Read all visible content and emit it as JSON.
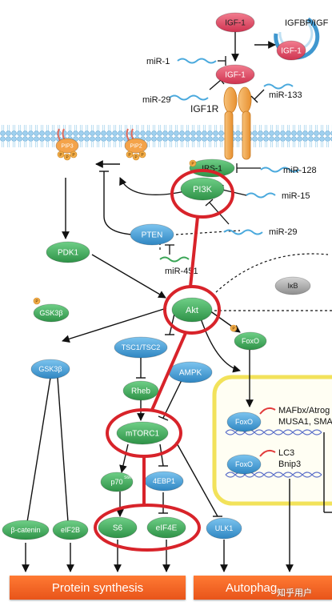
{
  "labels": {
    "igf1_top": "IGF-1",
    "igfbp": "IGFBP/IGF",
    "igf1_bound": "IGF-1",
    "igf1_receptor": "IGF-1",
    "igf1r": "IGF1R",
    "mir1": "miR-1",
    "mir29_a": "miR-29",
    "mir133": "miR-133",
    "mir128": "miR-128",
    "mir15": "miR-15",
    "mir29_b": "miR-29",
    "mir451": "miR-451",
    "pip3": "PIP3",
    "pip2": "PIP2",
    "irs1": "IRS-1",
    "pi3k": "PI3K",
    "pten": "PTEN",
    "pdk1": "PDK1",
    "ikb": "IκB",
    "akt": "Akt",
    "gsk3b_p": "GSK3β",
    "gsk3b": "GSK3β",
    "tsc": "TSC1/TSC2",
    "foxo_p": "FoxO",
    "rheb": "Rheb",
    "ampk": "AMPK",
    "mtorc1": "mTORC1",
    "p70": "p70",
    "p70_sup": "S6K",
    "ebp1": "4EBP1",
    "foxo_n1": "FoxO",
    "foxo_n2": "FoxO",
    "mafbx": "MAFbx/Atrog",
    "musa1": "MUSA1, SMA",
    "lc3": "LC3",
    "bnip3": "Bnip3",
    "bcatenin": "β-catenin",
    "eif2b": "eIF2B",
    "s6": "S6",
    "eif4e": "eIF4E",
    "ulk1": "ULK1",
    "phospho": "P"
  },
  "outputs": {
    "protein_synthesis": "Protein synthesis",
    "autophagy": "Autophag"
  },
  "watermark": "知乎用户",
  "colors": {
    "green_node": "#3aa556",
    "blue_node": "#3f97cf",
    "red_node": "#e0455e",
    "highlight_circle": "#d8232a",
    "membrane": "#bfe0f3",
    "receptor": "#f4a34a",
    "nucleus_border": "#f2e25a",
    "output_bar": "#ef6a2a"
  }
}
